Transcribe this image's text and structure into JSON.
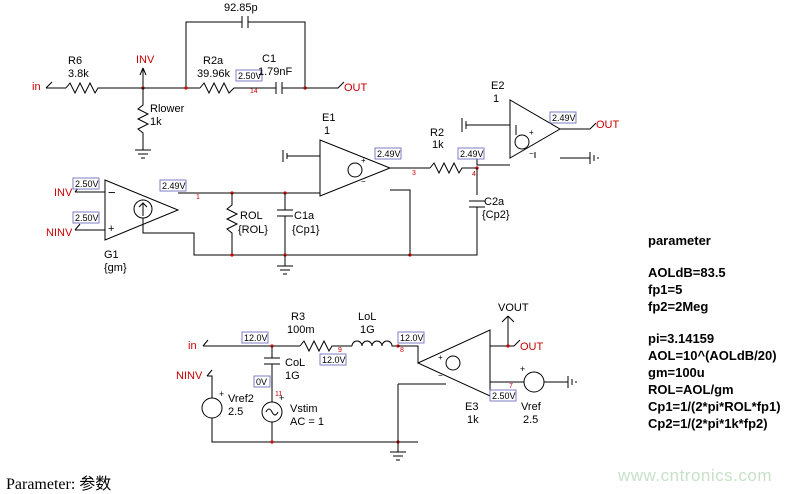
{
  "caption": "Parameter: 参数",
  "watermark": "www.cntronics.com",
  "params": {
    "title": "parameter",
    "lines": [
      "AOLdB=83.5",
      "fp1=5",
      "fp2=2Meg",
      "",
      "pi=3.14159",
      "AOL=10^(AOLdB/20)",
      "gm=100u",
      "ROL=AOL/gm",
      "Cp1=1/(2*pi*ROL*fp1)",
      "Cp2=1/(2*pi*1k*fp2)"
    ]
  },
  "nets": {
    "in": "in",
    "inv": "INV",
    "out": "OUT",
    "ninv": "NINV",
    "vout": "VOUT",
    "e1_out_node": "3",
    "e2_in_node": "4",
    "node1": "1",
    "node14": "14",
    "node9": "9",
    "node8": "8",
    "node11": "11",
    "node7": "7"
  },
  "components": {
    "r6": {
      "name": "R6",
      "value": "3.8k"
    },
    "rlower": {
      "name": "Rlower",
      "value": "1k"
    },
    "r2a": {
      "name": "R2a",
      "value": "39.96k"
    },
    "c1": {
      "name": "C1",
      "value": "1.79nF"
    },
    "cfb": {
      "value": "92.85p"
    },
    "e1": {
      "name": "E1",
      "value": "1"
    },
    "e2": {
      "name": "E2",
      "value": "1"
    },
    "r2": {
      "name": "R2",
      "value": "1k"
    },
    "c2a": {
      "name": "C2a",
      "value": "{Cp2}"
    },
    "g1": {
      "name": "G1",
      "value": "{gm}"
    },
    "rol": {
      "name": "ROL",
      "value": "{ROL}"
    },
    "c1a": {
      "name": "C1a",
      "value": "{Cp1}"
    },
    "r3": {
      "name": "R3",
      "value": "100m"
    },
    "lol": {
      "name": "LoL",
      "value": "1G"
    },
    "col": {
      "name": "CoL",
      "value": "1G"
    },
    "vref2": {
      "name": "Vref2",
      "value": "2.5"
    },
    "vstim": {
      "name": "Vstim",
      "value": "AC = 1"
    },
    "e3": {
      "name": "E3",
      "value": "1k"
    },
    "vref": {
      "name": "Vref",
      "value": "2.5"
    }
  },
  "voltages": {
    "c1_node": "2.50V",
    "e1_out": "2.49V",
    "e2_in": "2.49V",
    "e2_out": "2.49V",
    "g1_inv": "2.50V",
    "g1_ninv": "2.50V",
    "g1_out": "2.49V",
    "in_node": "12.0V",
    "node9": "12.0V",
    "node8": "12.0V",
    "node11": "0V",
    "node7": "2.50V"
  },
  "g1_signs": {
    "minus": "−",
    "plus": "+"
  }
}
